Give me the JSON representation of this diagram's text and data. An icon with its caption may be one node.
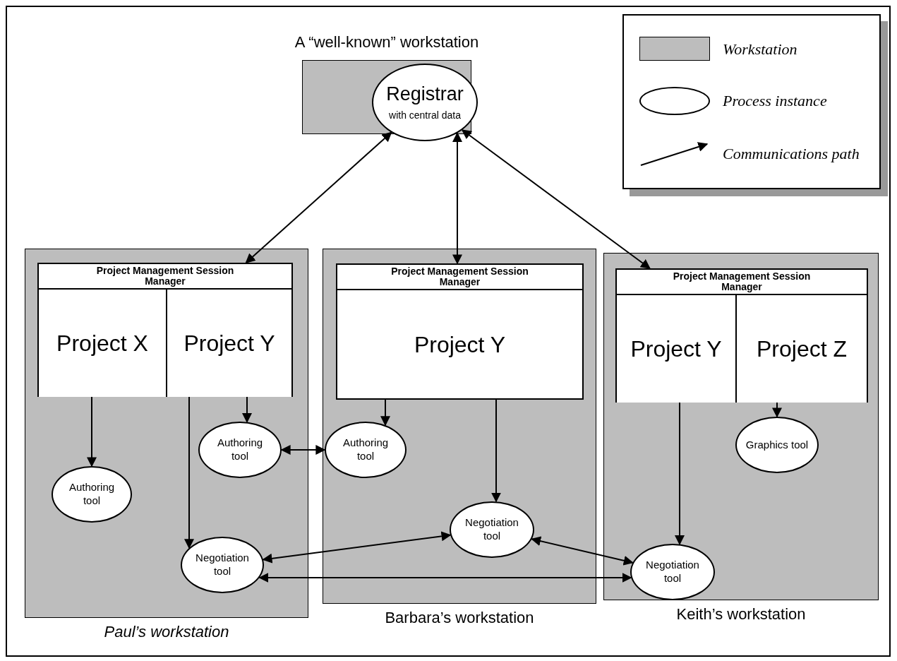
{
  "diagram": {
    "nodes": [
      {
        "text": [
          "A “well-known” workstation"
        ]
      },
      {
        "text": [
          "Registrar",
          "with central data"
        ],
        "in": 0
      },
      {
        "text": [
          "Paul’s workstation"
        ]
      },
      {
        "text": [
          "Project Management Session Manager"
        ],
        "in": 2
      },
      {
        "text": [
          "Project X"
        ],
        "in": 3
      },
      {
        "text": [
          "Project Y"
        ],
        "in": 3
      },
      {
        "text": [
          "Authoring tool"
        ],
        "in": 2
      },
      {
        "text": [
          "Authoring tool"
        ],
        "in": 2
      },
      {
        "text": [
          "Negotiation tool"
        ],
        "in": 2
      },
      {
        "text": [
          "Barbara’s workstation"
        ]
      },
      {
        "text": [
          "Project Management Session Manager"
        ],
        "in": 9
      },
      {
        "text": [
          "Project Y"
        ],
        "in": 10
      },
      {
        "text": [
          "Authoring tool"
        ],
        "in": 9
      },
      {
        "text": [
          "Negotiation tool"
        ],
        "in": 9
      },
      {
        "text": [
          "Keith’s workstation"
        ]
      },
      {
        "text": [
          "Project Management Session Manager"
        ],
        "in": 14
      },
      {
        "text": [
          "Project Y"
        ],
        "in": 15
      },
      {
        "text": [
          "Project Z"
        ],
        "in": 15
      },
      {
        "text": [
          "Graphics tool"
        ],
        "in": 14
      },
      {
        "text": [
          "Negotiation tool"
        ],
        "in": 14
      }
    ],
    "edges": [
      {
        "from": 1,
        "to": 3,
        "arrow": "both"
      },
      {
        "from": 1,
        "to": 10,
        "arrow": "both"
      },
      {
        "from": 1,
        "to": 15,
        "arrow": "both"
      },
      {
        "from": 4,
        "to": 7,
        "arrow": "to"
      },
      {
        "from": 5,
        "to": 6,
        "arrow": "to"
      },
      {
        "from": 5,
        "to": 8,
        "arrow": "to"
      },
      {
        "from": 11,
        "to": 12,
        "arrow": "to"
      },
      {
        "from": 11,
        "to": 13,
        "arrow": "to"
      },
      {
        "from": 6,
        "to": 12,
        "arrow": "both"
      },
      {
        "from": 16,
        "to": 19,
        "arrow": "to"
      },
      {
        "from": 17,
        "to": 18,
        "arrow": "to"
      },
      {
        "from": 13,
        "to": 8,
        "arrow": "both"
      },
      {
        "from": 13,
        "to": 19,
        "arrow": "both"
      },
      {
        "from": 8,
        "to": 19,
        "arrow": "both"
      }
    ],
    "legend": [
      {
        "text": "Workstation",
        "color": "#bdbdbd"
      },
      {
        "text": "Process instance"
      },
      {
        "text": "Communications path"
      }
    ]
  }
}
